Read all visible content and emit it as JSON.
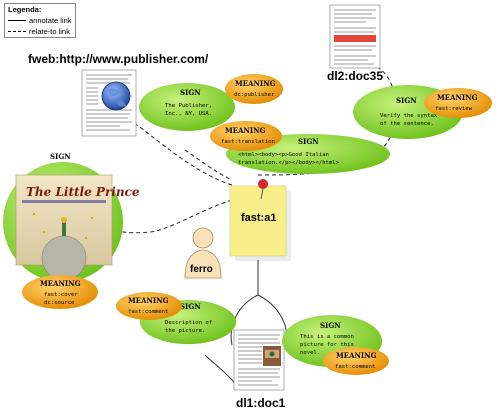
{
  "legend": {
    "title": "Legenda:",
    "annotate": "annotate link",
    "relate": "relate-to link"
  },
  "nodes": {
    "publisher_doc": "fweb:http://www.publisher.com/",
    "doc35": "dl2:doc35",
    "note": "fast:a1",
    "user": "ferro",
    "doc1": "dl1:doc1"
  },
  "book_cover": {
    "title": "The Little Prince"
  },
  "signs": {
    "sign_word": "SIGN",
    "meaning_word": "MEANING",
    "publisher_text": "The Publisher,\nInc., NY, USA.",
    "publisher_meaning": "dc:publisher",
    "translation_text": "<html><body><p>Good Italian\ntranslation.</p></body></html>",
    "translation_meaning": "fast:translation",
    "review_text": "Verify the syntax\nof the sentence.",
    "review_meaning": "fast:review",
    "cover_meaning": "fast:cover\ndc:source",
    "desc_text": "Description of\nthe picture.",
    "desc_meaning": "fast:comment",
    "common_text": "This is a common\npicture for this\nnovel.",
    "common_meaning": "fast:comment"
  },
  "colors": {
    "sign_green": "#8fdc35",
    "meaning_orange": "#f5a21a",
    "note_yellow": "#f8ee8a"
  }
}
